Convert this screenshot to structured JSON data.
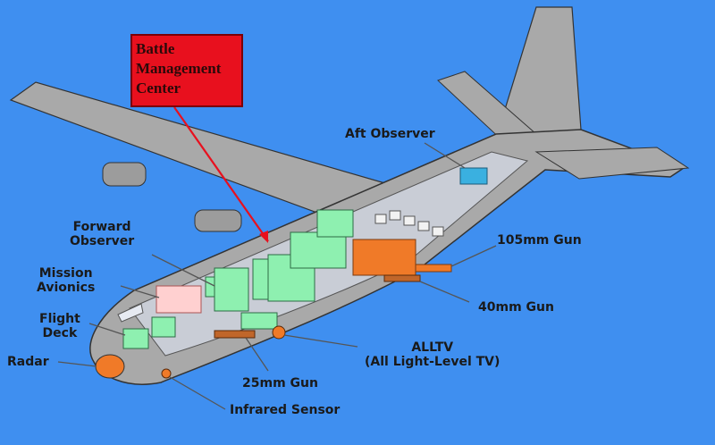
{
  "callout": {
    "lines": [
      "Battle",
      "Management",
      "Center"
    ],
    "color": "#e8101e"
  },
  "labels": {
    "aft_observer": "Aft Observer",
    "forward_observer": [
      "Forward",
      "Observer"
    ],
    "mission_avionics": [
      "Mission",
      "Avionics"
    ],
    "flight_deck": [
      "Flight",
      "Deck"
    ],
    "radar": "Radar",
    "gun_105mm": "105mm Gun",
    "gun_40mm": "40mm Gun",
    "alltv": [
      "ALLTV",
      "(All Light-Level TV)"
    ],
    "gun_25mm": "25mm Gun",
    "infrared_sensor": "Infrared Sensor"
  },
  "colors": {
    "background": "#3f8ff0",
    "airframe": "#a9a9a9",
    "cabin_floor": "#c9cdd6",
    "crew_stations": "#8ef0b0",
    "guns_105": "#f07a28",
    "callout_line": "#e8101e"
  }
}
